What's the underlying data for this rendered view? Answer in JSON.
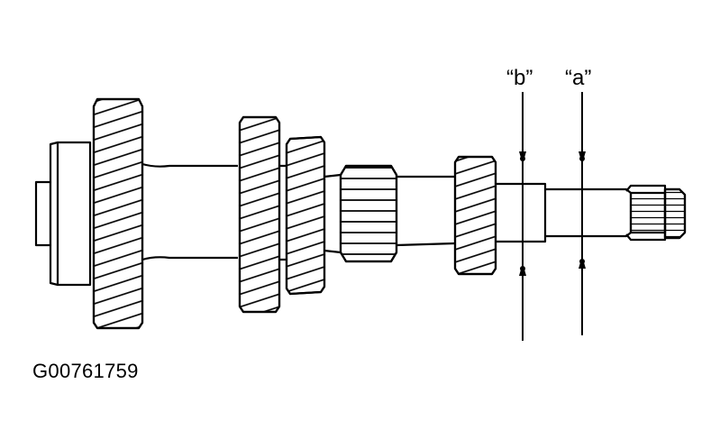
{
  "figure": {
    "subject": "transmission-shaft-with-gears",
    "measurement_points": {
      "b": {
        "label": "“b”"
      },
      "a": {
        "label": "“a”"
      }
    },
    "figure_id": "G00761759"
  }
}
